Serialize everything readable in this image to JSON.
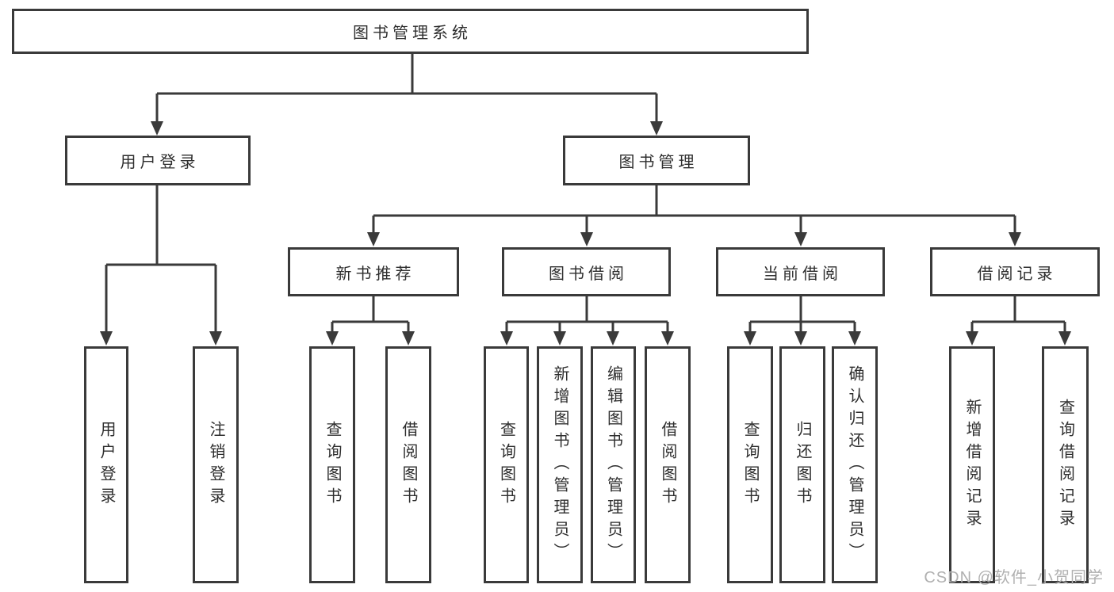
{
  "diagram": {
    "type": "hierarchy-tree",
    "colors": {
      "background": "#ffffff",
      "line": "#3a3a3a",
      "box_border": "#3a3a3a",
      "box_fill": "#ffffff",
      "text": "#2e2e2e",
      "watermark": "#b0b0b0"
    }
  },
  "tree": {
    "label": "图书管理系统",
    "children": [
      {
        "label": "用户登录",
        "children": [
          {
            "label": "用户登录"
          },
          {
            "label": "注销登录"
          }
        ]
      },
      {
        "label": "图书管理",
        "children": [
          {
            "label": "新书推荐",
            "children": [
              {
                "label": "查询图书"
              },
              {
                "label": "借阅图书"
              }
            ]
          },
          {
            "label": "图书借阅",
            "children": [
              {
                "label": "查询图书"
              },
              {
                "label": "新增图书（管理员）"
              },
              {
                "label": "编辑图书（管理员）"
              },
              {
                "label": "借阅图书"
              }
            ]
          },
          {
            "label": "当前借阅",
            "children": [
              {
                "label": "查询图书"
              },
              {
                "label": "归还图书"
              },
              {
                "label": "确认归还（管理员）"
              }
            ]
          },
          {
            "label": "借阅记录",
            "children": [
              {
                "label": "新增借阅记录"
              },
              {
                "label": "查询借阅记录"
              }
            ]
          }
        ]
      }
    ]
  },
  "watermark": {
    "text": "CSDN @软件_小贺同学"
  }
}
